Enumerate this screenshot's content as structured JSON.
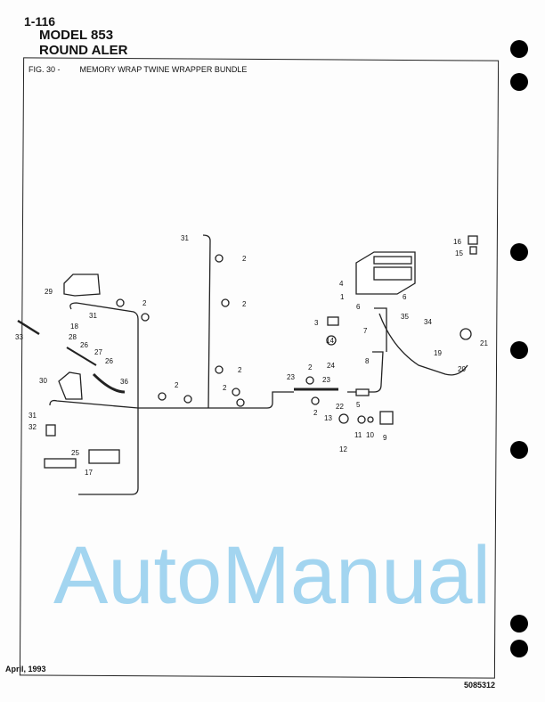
{
  "header": {
    "page_number": "1-116",
    "model_line": "MODEL 853",
    "product_line": "ROUND  ALER"
  },
  "figure": {
    "number": "FIG. 30 -",
    "title": "MEMORY WRAP TWINE WRAPPER BUNDLE"
  },
  "footer": {
    "date": "April, 1993",
    "doc_number": "5085312"
  },
  "watermark": "AutoManual",
  "callouts": [
    "31",
    "2",
    "2",
    "29",
    "2",
    "31",
    "18",
    "33",
    "28",
    "26",
    "27",
    "26",
    "36",
    "30",
    "2",
    "2",
    "2",
    "31",
    "32",
    "25",
    "17",
    "4",
    "1",
    "6",
    "6",
    "3",
    "35",
    "34",
    "14",
    "7",
    "21",
    "19",
    "20",
    "8",
    "2",
    "24",
    "23",
    "23",
    "2",
    "22",
    "5",
    "13",
    "11",
    "10",
    "9",
    "12",
    "16",
    "15"
  ]
}
